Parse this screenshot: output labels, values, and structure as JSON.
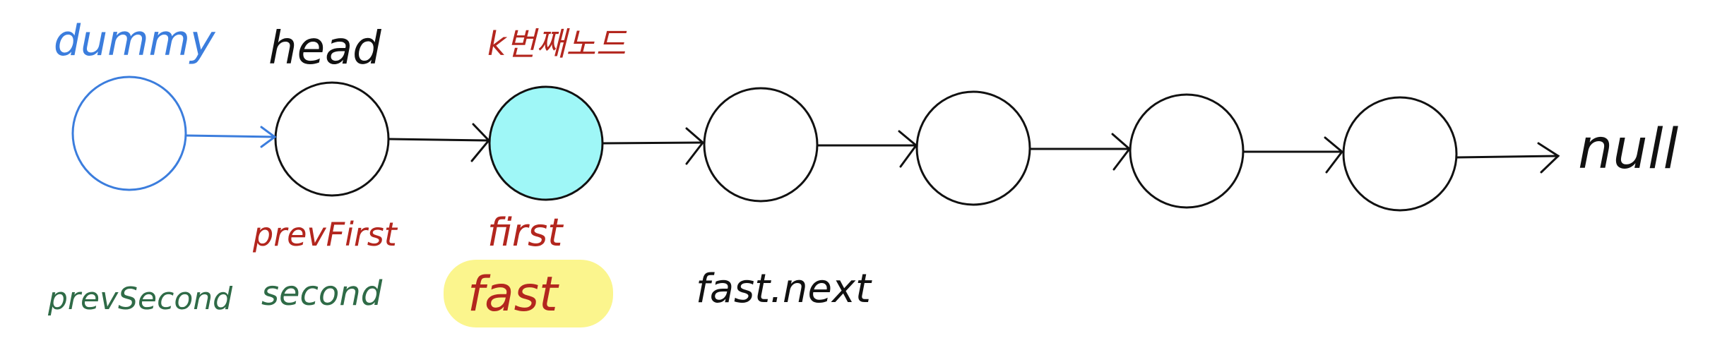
{
  "colors": {
    "blue": "#3b7ddd",
    "black": "#111111",
    "red": "#b3261e",
    "green": "#2f6b47",
    "cyan_fill": "#9ff7f7",
    "yellow_highlight": "#fbf58d"
  },
  "labels": {
    "dummy": "dummy",
    "head": "head",
    "kth_node": "k번째노드",
    "null": "null",
    "prev_first": "prevFirst",
    "first": "first",
    "prev_second": "prevSecond",
    "second": "second",
    "fast": "fast",
    "fast_next": "fast.next"
  }
}
